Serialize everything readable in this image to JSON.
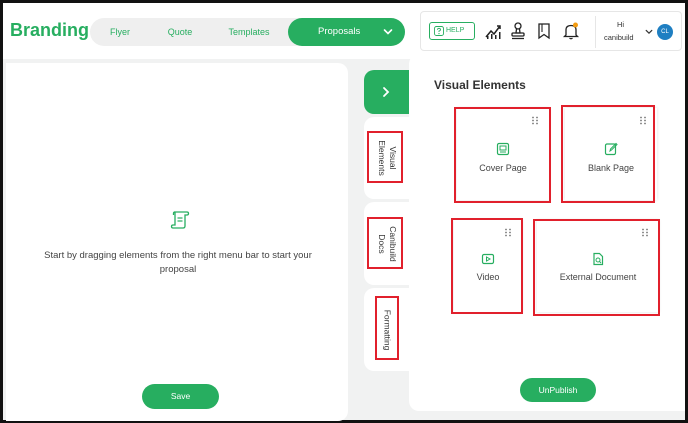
{
  "header": {
    "brand": "Branding",
    "tabs": [
      {
        "label": "Flyer"
      },
      {
        "label": "Quote"
      },
      {
        "label": "Templates"
      }
    ],
    "active_tab": {
      "label": "Proposals"
    },
    "help_label": "HELP",
    "user_greeting": "Hi",
    "user_name": "canibuild",
    "avatar_initials": "CL"
  },
  "canvas": {
    "empty_message": "Start by dragging elements from the right menu bar to start your proposal",
    "save_label": "Save"
  },
  "side_tabs": {
    "visual_elements": "Visual\nElements",
    "canibuild_docs": "Canibuild\nDocs",
    "formatting": "Formatting"
  },
  "right_panel": {
    "title": "Visual Elements",
    "cards": [
      {
        "label": "Cover Page",
        "icon": "cover-page-icon"
      },
      {
        "label": "Blank Page",
        "icon": "blank-page-icon"
      },
      {
        "label": "Video",
        "icon": "video-icon"
      },
      {
        "label": "External Document",
        "icon": "external-document-icon"
      }
    ],
    "unpublish_label": "UnPublish"
  },
  "colors": {
    "accent": "#27ae60",
    "highlight": "#e1202c",
    "avatar": "#1f7fc2"
  }
}
